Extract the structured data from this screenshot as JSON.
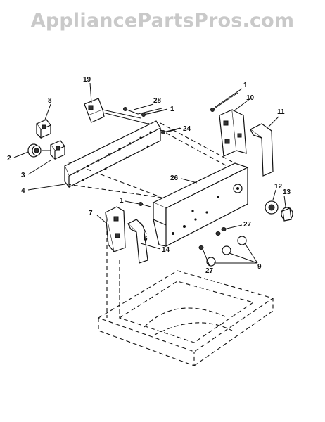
{
  "watermark": "AppliancePartsPros.com",
  "callouts": {
    "c1a": "1",
    "c1b": "1",
    "c1c": "1",
    "c2": "2",
    "c3": "3",
    "c4": "4",
    "c6": "6",
    "c7": "7",
    "c8": "8",
    "c9": "9",
    "c10": "10",
    "c11": "11",
    "c12": "12",
    "c13": "13",
    "c14": "14",
    "c19": "19",
    "c24": "24",
    "c26": "26",
    "c27a": "27",
    "c27b": "27",
    "c28": "28"
  }
}
